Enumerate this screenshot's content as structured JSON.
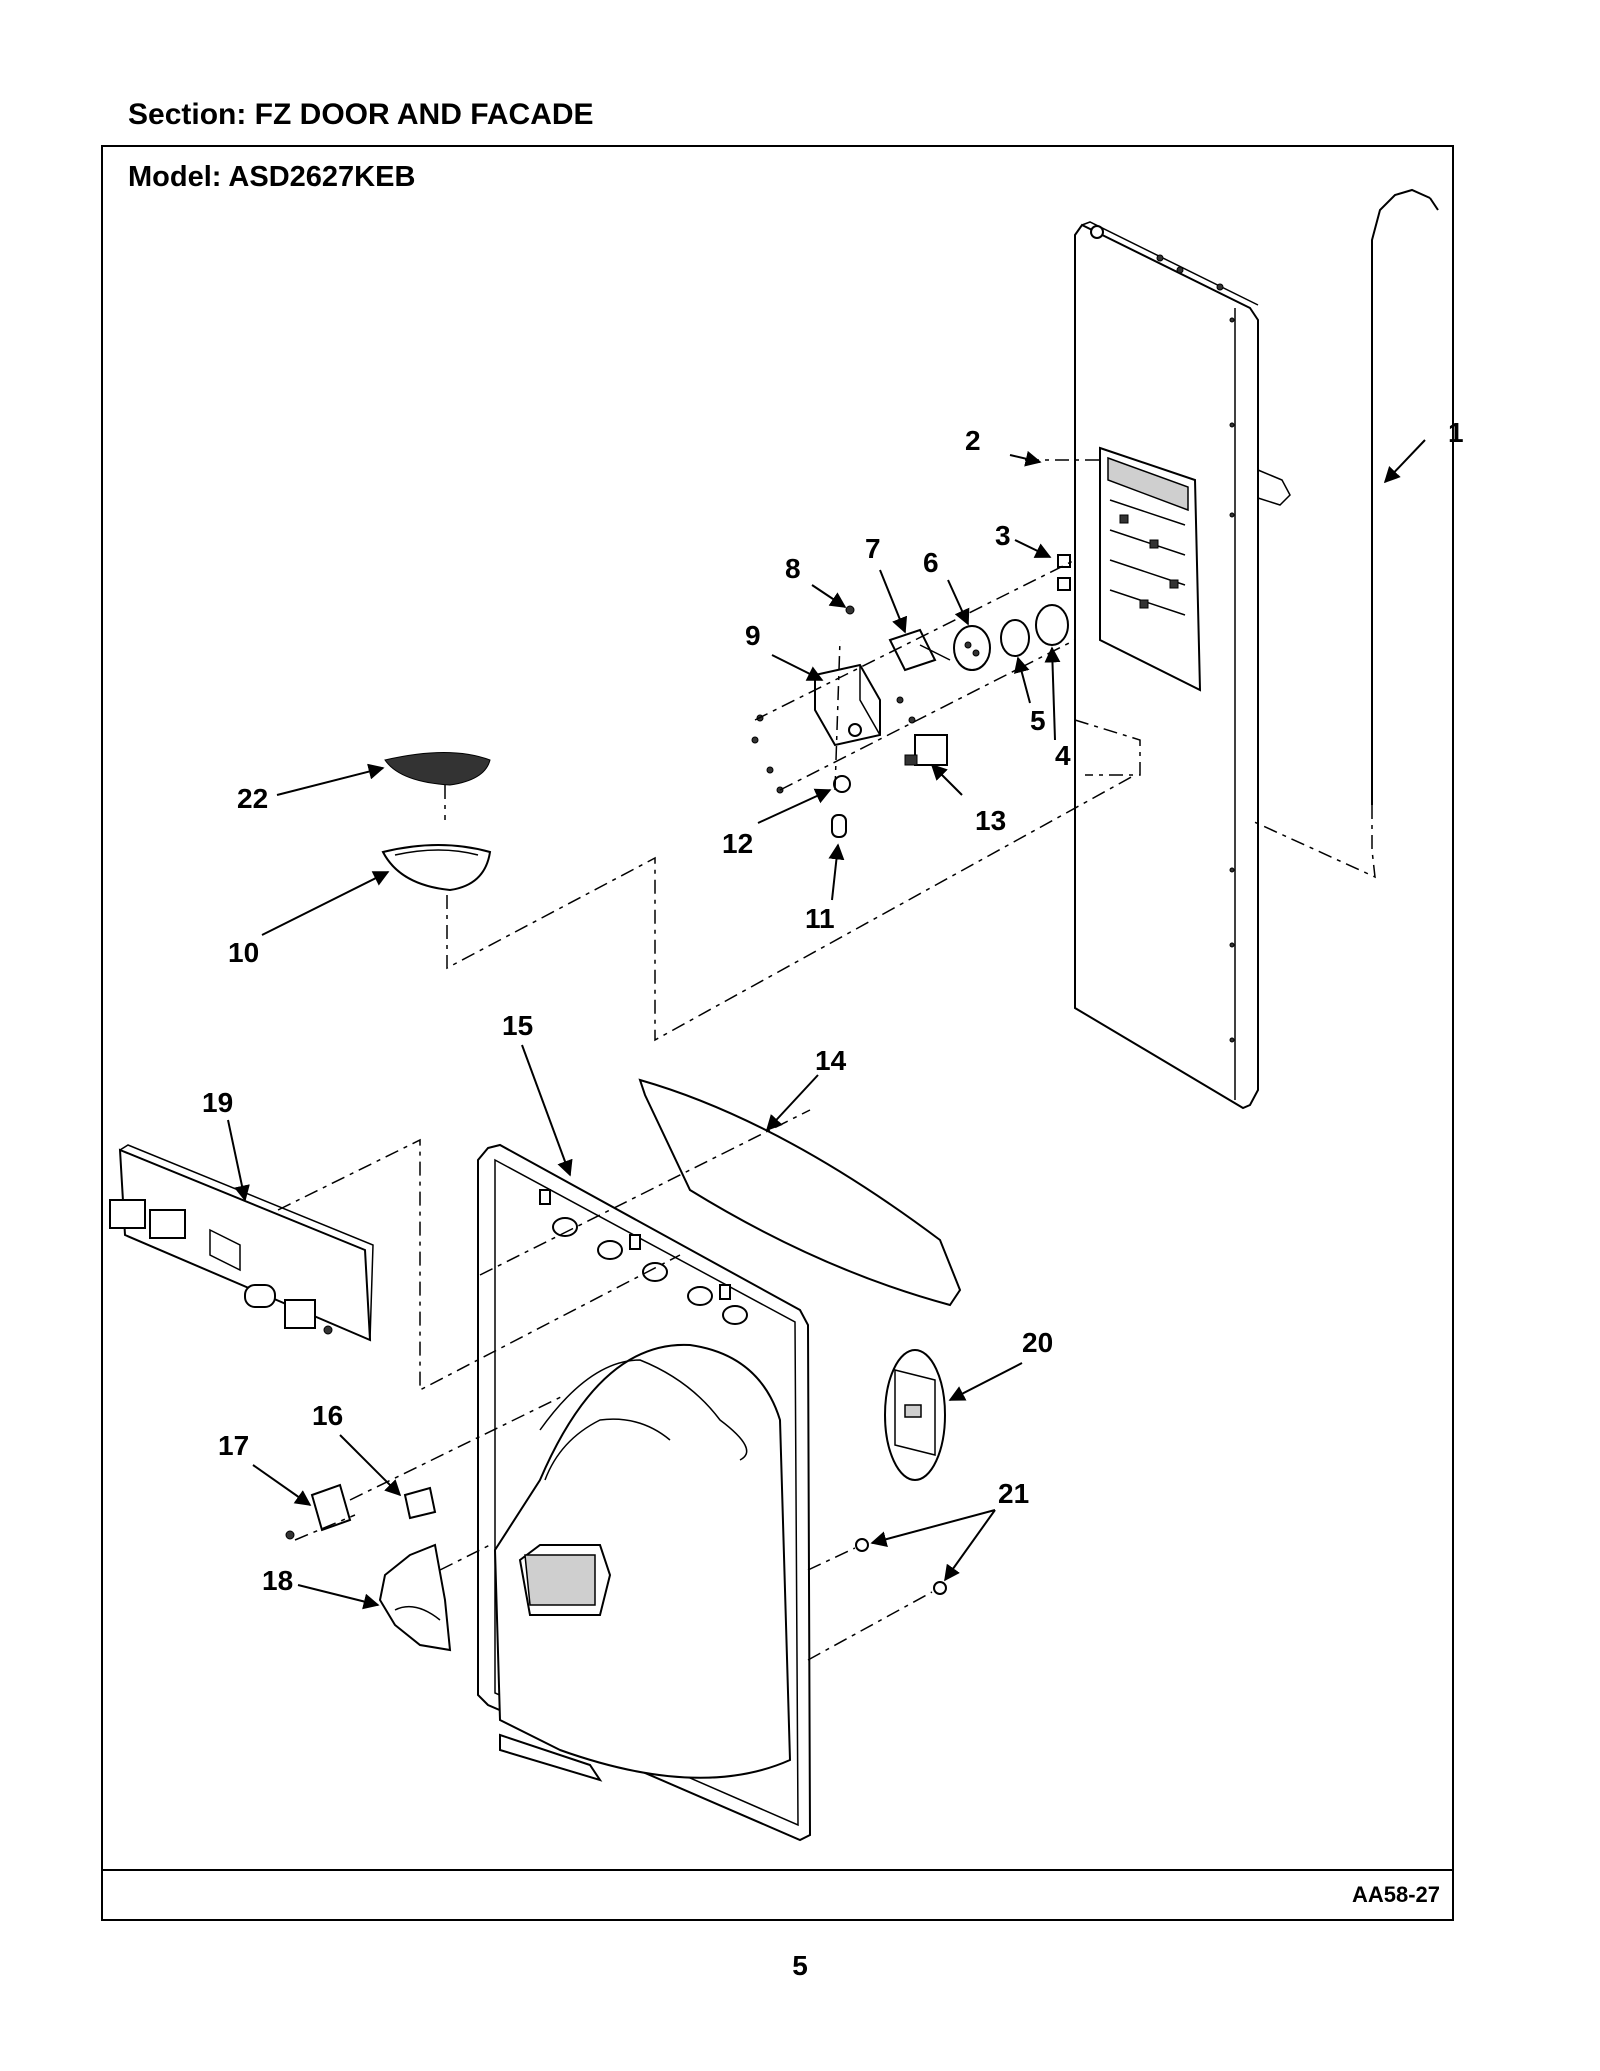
{
  "header": {
    "section": "Section:  FZ DOOR AND FACADE",
    "model": "Model:  ASD2627KEB"
  },
  "footer": {
    "drawing_code": "AA58-27",
    "page_number": "5"
  },
  "callouts": {
    "c1": "1",
    "c2": "2",
    "c3": "3",
    "c4": "4",
    "c5": "5",
    "c6": "6",
    "c7": "7",
    "c8": "8",
    "c9": "9",
    "c10": "10",
    "c11": "11",
    "c12": "12",
    "c13": "13",
    "c14": "14",
    "c15": "15",
    "c16": "16",
    "c17": "17",
    "c18": "18",
    "c19": "19",
    "c20": "20",
    "c21": "21",
    "c22": "22"
  }
}
